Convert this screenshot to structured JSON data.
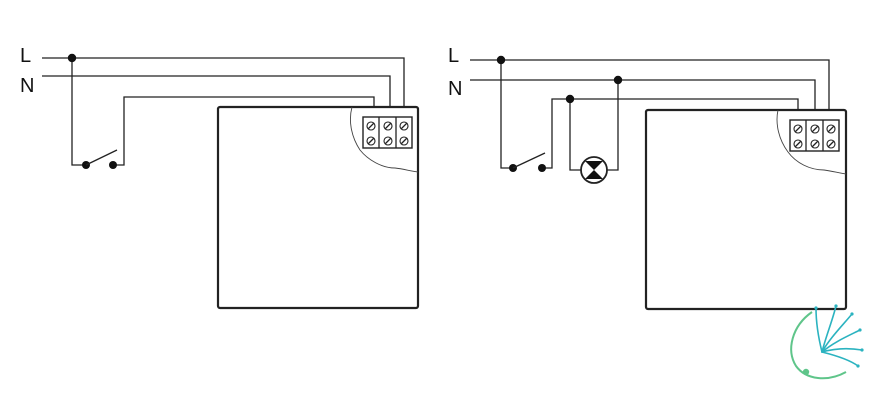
{
  "diagram_left": {
    "line_label": "L",
    "neutral_label": "N"
  },
  "diagram_right": {
    "line_label": "L",
    "neutral_label": "N"
  },
  "icons": {
    "switch": "switch-symbol-icon",
    "lamp": "lamp-symbol-icon",
    "logo": "dandelion-logo-icon"
  },
  "colors": {
    "line": "#222222",
    "logo_teal": "#2bb3c0",
    "logo_green": "#5fc58a"
  }
}
